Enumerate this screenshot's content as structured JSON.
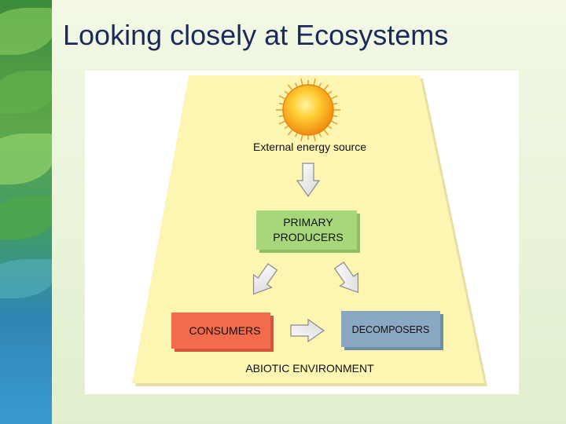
{
  "slide": {
    "title": "Looking closely at Ecosystems"
  },
  "diagram": {
    "energy_source": "External energy source",
    "producers_line1": "PRIMARY",
    "producers_line2": "PRODUCERS",
    "consumers": "CONSUMERS",
    "decomposers": "DECOMPOSERS",
    "environment": "ABIOTIC ENVIRONMENT",
    "colors": {
      "trapezoid": "#fdf6b3",
      "producers": "#a7d77a",
      "consumers": "#f26b4d",
      "decomposers": "#8aa8c4",
      "sun": "#f7b21c"
    }
  }
}
